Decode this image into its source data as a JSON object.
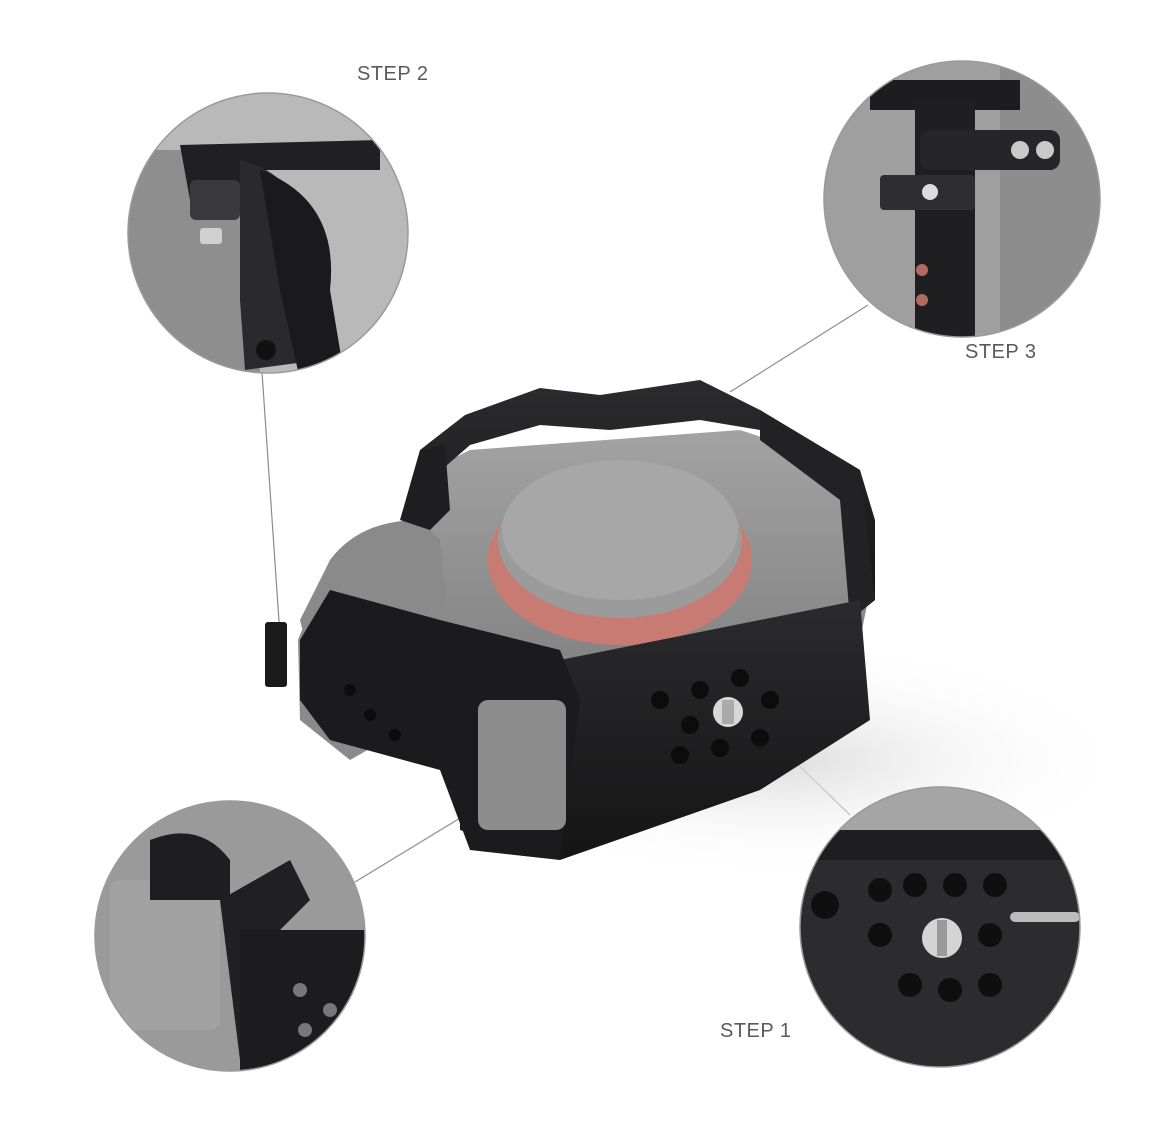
{
  "labels": {
    "step1": "STEP 1",
    "step2": "STEP 2",
    "step3": "STEP 3"
  },
  "colors": {
    "cage": "#1c1c1e",
    "camera_body": "#8f8f8f",
    "lens_mount_ring": "#c77b72",
    "background": "#ffffff",
    "callout_circle": "#9a9a9a"
  },
  "illustration": {
    "subject": "camera cage mounted on mirrorless camera",
    "callouts": [
      "step-1-detail-bottom-plate",
      "step-2-detail-grip-clamp",
      "step-3-detail-top-clamp",
      "battery-door-detail"
    ]
  }
}
